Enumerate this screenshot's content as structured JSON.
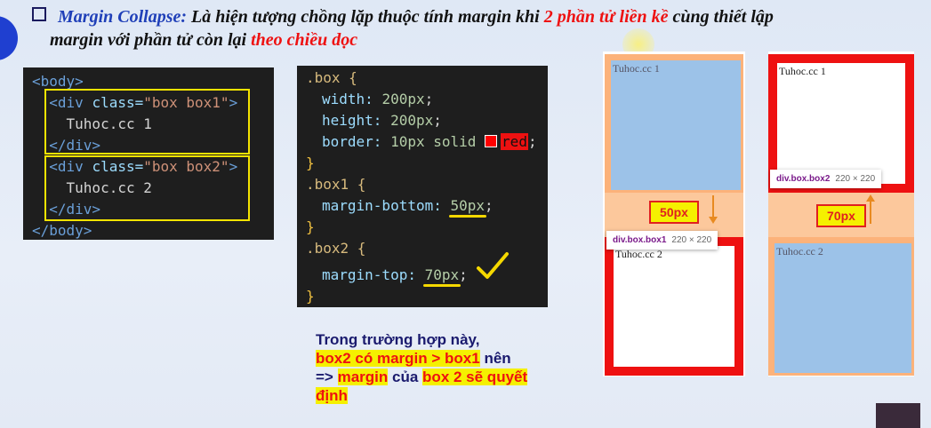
{
  "title": {
    "term": "Margin Collapse:",
    "line1_a": "Là hiện tượng chồng lặp thuộc tính margin khi",
    "line1_red": "2 phần tử liền kề",
    "line1_b": "cùng thiết lập",
    "line2_a": "margin với phần tử còn lại",
    "line2_red": "theo chiều dọc"
  },
  "html_code": {
    "l1": "<body>",
    "div_open": "<div",
    "class_attr": "class=",
    "box1_class": "\"box box1\"",
    "gt": ">",
    "box1_text": "Tuhoc.cc 1",
    "div_close": "</div>",
    "box2_class": "\"box box2\"",
    "box2_text": "Tuhoc.cc 2",
    "body_close": "</body>"
  },
  "css_code": {
    "box_sel": ".box {",
    "width": "width:",
    "width_val": "200px",
    "height": "height:",
    "height_val": "200px",
    "border": "border:",
    "border_val": "10px solid",
    "border_color": "red",
    "close": "}",
    "box1_sel": ".box1 {",
    "mb": "margin-bottom:",
    "mb_val": "50px",
    "box2_sel": ".box2 {",
    "mt": "margin-top:",
    "mt_val": "70px",
    "semi": ";"
  },
  "note": {
    "l1": "Trong trường hợp này,",
    "l2_hl": "box2 có margin > box1",
    "l2_b": "nên",
    "l3_a": "=>",
    "l3_hl1": "margin",
    "l3_b": "của",
    "l3_hl2": "box 2 sẽ quyết",
    "l4_hl": "định"
  },
  "left_demo": {
    "box1_label": "Tuhoc.cc 1",
    "margin_label": "50px",
    "tooltip_name": "div.box.box1",
    "tooltip_size": "220 × 220",
    "box2_label": "Tuhoc.cc 2"
  },
  "right_demo": {
    "box1_label": "Tuhoc.cc 1",
    "tooltip_name": "div.box.box2",
    "tooltip_size": "220 × 220",
    "margin_label": "70px",
    "box2_label": "Tuhoc.cc 2"
  },
  "colors": {
    "red": "#ee1111",
    "margin_orange": "#fcc89c",
    "content_blue": "#9cc2e8",
    "highlight_yellow": "#f5f000"
  }
}
